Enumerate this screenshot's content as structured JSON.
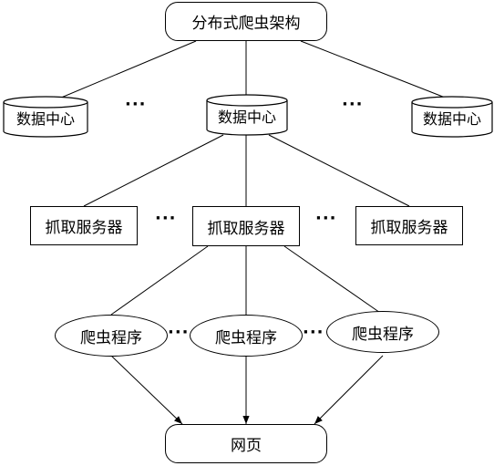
{
  "root": {
    "label": "分布式爬虫架构"
  },
  "data_centers": [
    "数据中心",
    "数据中心",
    "数据中心"
  ],
  "crawl_servers": [
    "抓取服务器",
    "抓取服务器",
    "抓取服务器"
  ],
  "crawlers": [
    "爬虫程序",
    "爬虫程序",
    "爬虫程序"
  ],
  "web": {
    "label": "网页"
  },
  "ellipsis": "···"
}
